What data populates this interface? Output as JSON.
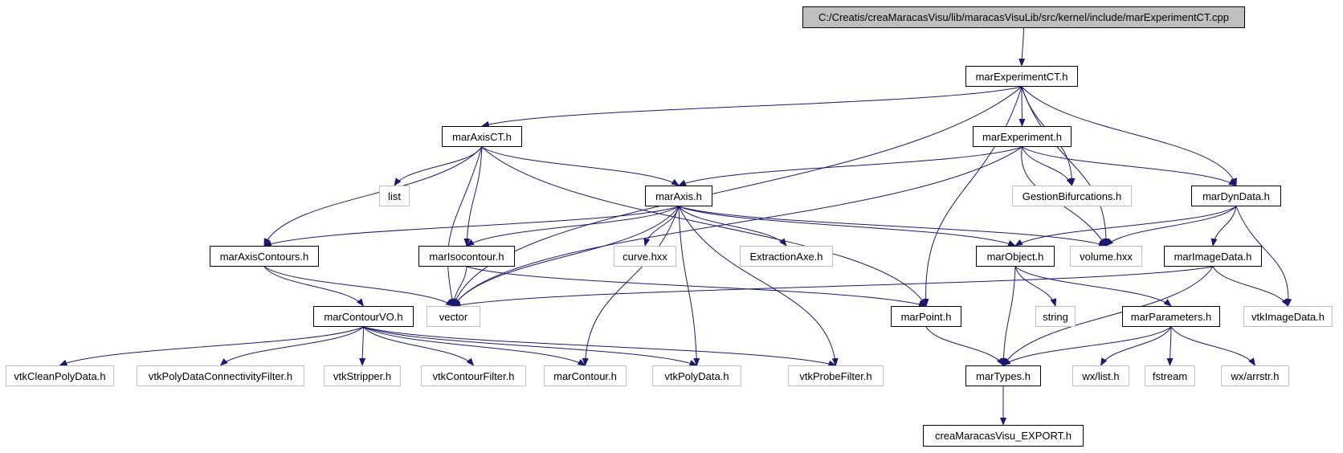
{
  "colors": {
    "edge": "#191970",
    "project_border": "#000000",
    "external_border": "#bfbfbf",
    "root_fill": "#bfbfbf"
  },
  "nodes": {
    "root": "C:/Creatis/creaMaracasVisu/lib/maracasVisuLib/src/kernel/include/marExperimentCT.cpp",
    "marExperimentCT": "marExperimentCT.h",
    "marAxisCT": "marAxisCT.h",
    "marExperiment": "marExperiment.h",
    "list": "list",
    "marAxis": "marAxis.h",
    "GestionBifurcations": "GestionBifurcations.h",
    "marDynData": "marDynData.h",
    "marAxisContours": "marAxisContours.h",
    "marIsocontour": "marIsocontour.h",
    "curve": "curve.hxx",
    "ExtractionAxe": "ExtractionAxe.h",
    "marObject": "marObject.h",
    "volume": "volume.hxx",
    "marImageData": "marImageData.h",
    "marContourVO": "marContourVO.h",
    "vector": "vector",
    "marPoint": "marPoint.h",
    "string": "string",
    "marParameters": "marParameters.h",
    "vtkImageData": "vtkImageData.h",
    "vtkCleanPolyData": "vtkCleanPolyData.h",
    "vtkPolyDataConnectivityFilter": "vtkPolyDataConnectivityFilter.h",
    "vtkStripper": "vtkStripper.h",
    "vtkContourFilter": "vtkContourFilter.h",
    "marContour": "marContour.h",
    "vtkPolyData": "vtkPolyData.h",
    "vtkProbeFilter": "vtkProbeFilter.h",
    "marTypes": "marTypes.h",
    "wxlist": "wx/list.h",
    "fstream": "fstream",
    "wxarrstr": "wx/arrstr.h",
    "creaExport": "creaMaracasVisu_EXPORT.h"
  }
}
